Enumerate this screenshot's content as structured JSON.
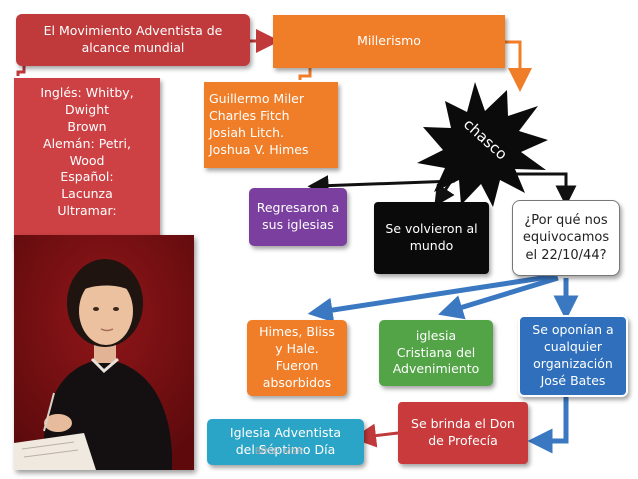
{
  "nodes": {
    "title_box": {
      "text": "El Movimiento Adventista de\nalcance mundial",
      "color": "#c0393b"
    },
    "millerismo": {
      "text": "Millerismo",
      "color": "#f07d28"
    },
    "languages": {
      "text": "Inglés: Whitby,\nDwight\nBrown\nAlemán: Petri,\nWood\nEspañol:\nLacunza\nUltramar:",
      "color": "#cd4144"
    },
    "leaders": {
      "text": "Guillermo Miler\nCharles Fitch\nJosiah Litch.\nJoshua V. Himes",
      "color": "#f07d28"
    },
    "regresaron": {
      "text": "Regresaron a\nsus iglesias",
      "color": "#7b3fa0"
    },
    "volvieron": {
      "text": "Se volvieron al\nmundo",
      "color": "#0a0a0a"
    },
    "pregunta": {
      "text": "¿Por qué nos\nequivocamos\nel 22/10/44?",
      "color": "#ffffff"
    },
    "himes": {
      "text": "Himes, Bliss\ny Hale.\nFueron\nabsorbidos",
      "color": "#f07d28"
    },
    "iglesia_cristiana": {
      "text": "iglesia\nCristiana del\nAdvenimiento",
      "color": "#52a447"
    },
    "oponian": {
      "text": "Se oponían a\ncualquier\norganización\nJosé Bates",
      "color": "#2f6fbb"
    },
    "iglesia_adventista": {
      "text": "Iglesia Adventista\ndel Séptimo Día",
      "color": "#2aa5c7"
    },
    "profecia": {
      "text": "Se brinda el Don\nde Profecía",
      "color": "#c93a3c"
    }
  },
  "burst": {
    "label": "chasco",
    "color": "#0b0b0b"
  },
  "footer": {
    "text": "BRSP, MSR"
  },
  "photo": {
    "subject": "portrait-photo"
  },
  "colors": {
    "red_arrow": "#c0393b",
    "orange_arrow": "#f07d28",
    "black_arrow": "#111111",
    "blue_arrow": "#3b78c2"
  }
}
